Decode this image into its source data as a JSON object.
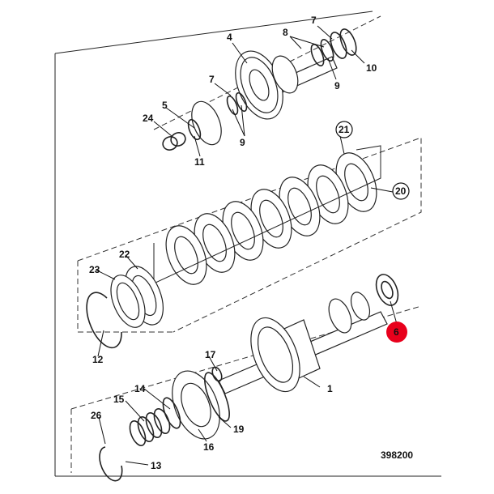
{
  "drawing": {
    "reference_number": "398200",
    "highlight_color": "#e8001c",
    "highlighted_part": "6"
  },
  "labels": {
    "l1": "1",
    "l4": "4",
    "l5": "5",
    "l6": "6",
    "l7a": "7",
    "l7b": "7",
    "l8": "8",
    "l9a": "9",
    "l9b": "9",
    "l10": "10",
    "l11": "11",
    "l12": "12",
    "l13": "13",
    "l14": "14",
    "l15": "15",
    "l16": "16",
    "l17": "17",
    "l19": "19",
    "l20": "20",
    "l21": "21",
    "l22": "22",
    "l23": "23",
    "l24": "24",
    "l26": "26"
  }
}
